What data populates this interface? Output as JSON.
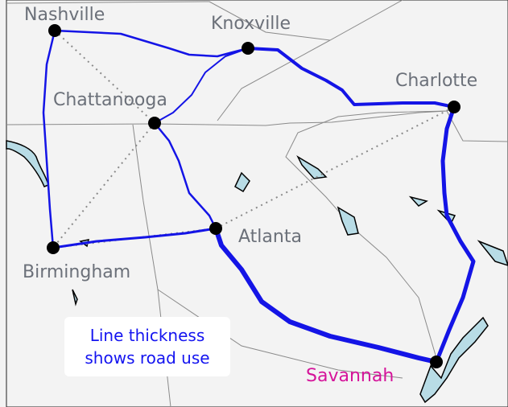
{
  "colors": {
    "route": "#1414e6",
    "city_dot": "#000000",
    "city_label": "#6b7079",
    "destination_label": "#d5139a",
    "land": "#f3f3f3",
    "water": "#b8dce6",
    "state_border": "#8a8a8a"
  },
  "cities": [
    {
      "id": "nashville",
      "name": "Nashville"
    },
    {
      "id": "knoxville",
      "name": "Knoxville"
    },
    {
      "id": "charlotte",
      "name": "Charlotte"
    },
    {
      "id": "chattanooga",
      "name": "Chattanooga"
    },
    {
      "id": "atlanta",
      "name": "Atlanta"
    },
    {
      "id": "birmingham",
      "name": "Birmingham"
    },
    {
      "id": "savannah",
      "name": "Savannah",
      "destination": true
    }
  ],
  "legend": {
    "line1": "Line thickness",
    "line2": "shows road use"
  }
}
